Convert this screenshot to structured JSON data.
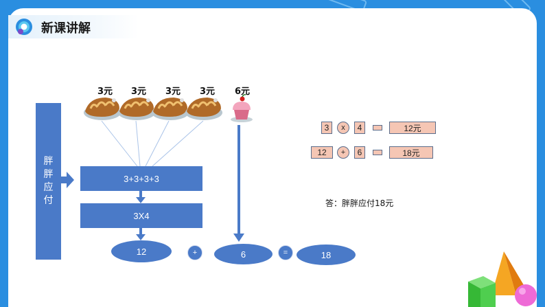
{
  "header": {
    "title": "新课讲解",
    "logo_icon": "rainbow-logo-icon"
  },
  "prices": {
    "bread_1": "3元",
    "bread_2": "3元",
    "bread_3": "3元",
    "bread_4": "3元",
    "cake": "6元"
  },
  "flow": {
    "side_label": [
      "胖",
      "胖",
      "应",
      "付"
    ],
    "addition": "3+3+3+3",
    "multiplication": "3X4",
    "result_bread": "12",
    "plus": "+",
    "result_cake": "6",
    "equals": "=",
    "total": "18"
  },
  "equations": [
    {
      "a": "3",
      "op": "x",
      "b": "4",
      "result": "12元"
    },
    {
      "a": "12",
      "op": "+",
      "b": "6",
      "result": "18元"
    }
  ],
  "answer": "答：胖胖应付18元",
  "colors": {
    "accent": "#4a7ac8",
    "frame": "#2a8ee0",
    "cell": "#f5c6b4"
  }
}
